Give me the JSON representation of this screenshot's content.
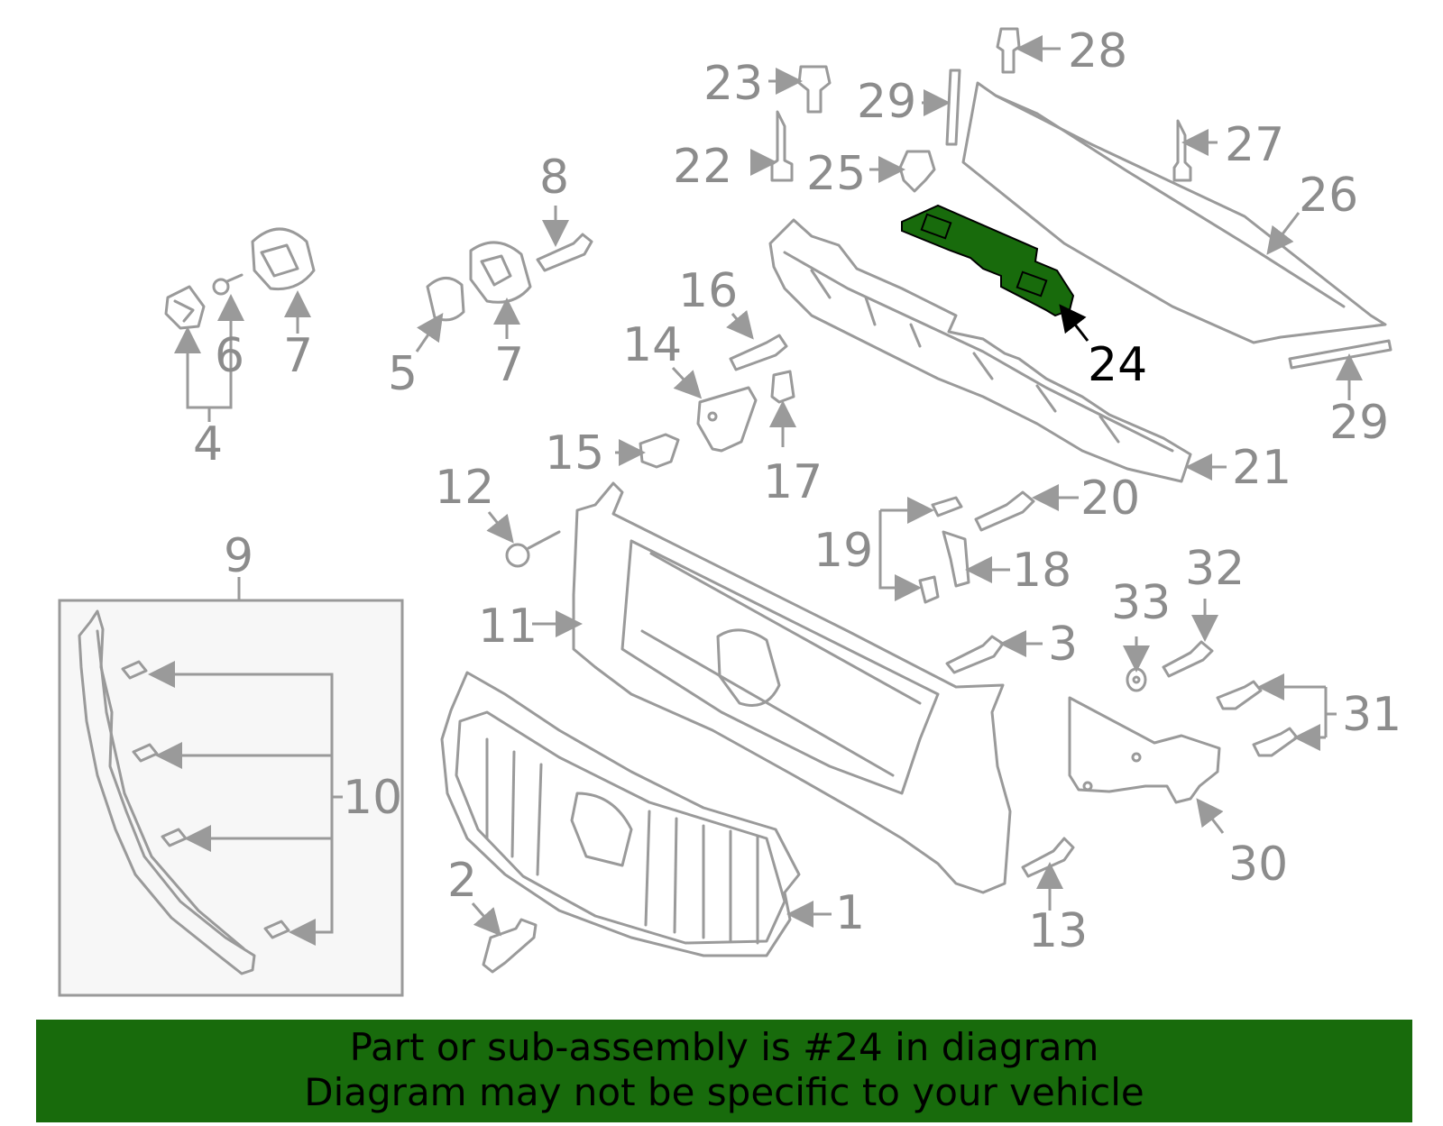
{
  "callouts": {
    "c1": "1",
    "c2": "2",
    "c3": "3",
    "c4": "4",
    "c5": "5",
    "c6": "6",
    "c7a": "7",
    "c7b": "7",
    "c8": "8",
    "c9": "9",
    "c10": "10",
    "c11": "11",
    "c12": "12",
    "c13": "13",
    "c14": "14",
    "c15": "15",
    "c16": "16",
    "c17": "17",
    "c18": "18",
    "c19": "19",
    "c20": "20",
    "c21": "21",
    "c22": "22",
    "c23": "23",
    "c24": "24",
    "c25": "25",
    "c26": "26",
    "c27": "27",
    "c28": "28",
    "c29a": "29",
    "c29b": "29",
    "c30": "30",
    "c31": "31",
    "c32": "32",
    "c33": "33"
  },
  "highlight": {
    "part": "24",
    "color": "#186b0c"
  },
  "banner": {
    "line1": "Part or sub-assembly is #24 in diagram",
    "line2": "Diagram may not be specific to your vehicle",
    "background": "#186b0c"
  }
}
